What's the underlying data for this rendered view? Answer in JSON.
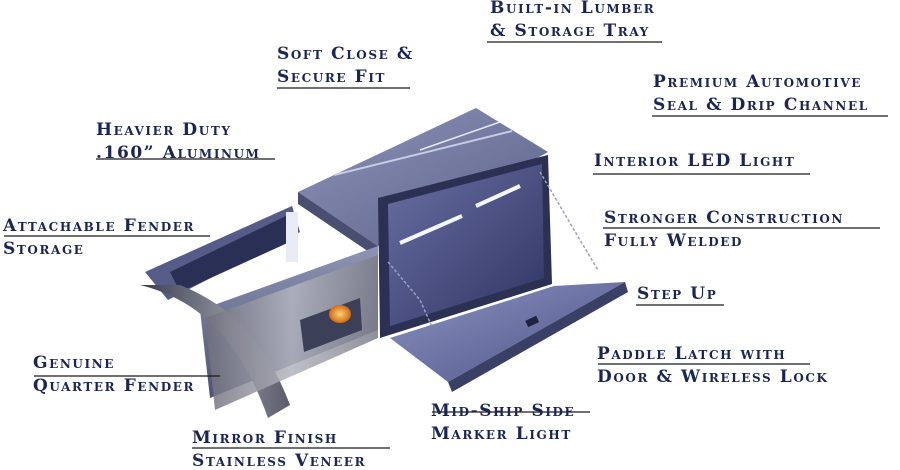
{
  "callouts": [
    {
      "id": "lumber",
      "lines": [
        "Built-in Lumber",
        "& Storage Tray"
      ]
    },
    {
      "id": "softclose",
      "lines": [
        "Soft Close &",
        "Secure Fit"
      ]
    },
    {
      "id": "seal",
      "lines": [
        "Premium Automotive",
        "Seal & Drip Channel"
      ]
    },
    {
      "id": "aluminum",
      "lines": [
        "Heavier Duty",
        ".160” Aluminum"
      ]
    },
    {
      "id": "led",
      "lines": [
        "Interior LED Light"
      ]
    },
    {
      "id": "fender_storage",
      "lines": [
        "Attachable Fender",
        "Storage"
      ]
    },
    {
      "id": "construction",
      "lines": [
        "Stronger Construction",
        "Fully Welded"
      ]
    },
    {
      "id": "stepup",
      "lines": [
        "Step Up"
      ]
    },
    {
      "id": "quarter",
      "lines": [
        "Genuine",
        "Quarter Fender"
      ]
    },
    {
      "id": "latch",
      "lines": [
        "Paddle Latch with",
        "Door & Wireless Lock"
      ]
    },
    {
      "id": "marker",
      "lines": [
        "Mid-Ship Side",
        "Marker Light"
      ]
    },
    {
      "id": "mirror",
      "lines": [
        "Mirror Finish",
        "Stainless Veneer"
      ]
    }
  ],
  "colors": {
    "text": "#1b2554",
    "leader": "#1a1a1a",
    "marker_light": "#e08a2a",
    "led": "#f4f7ff"
  }
}
